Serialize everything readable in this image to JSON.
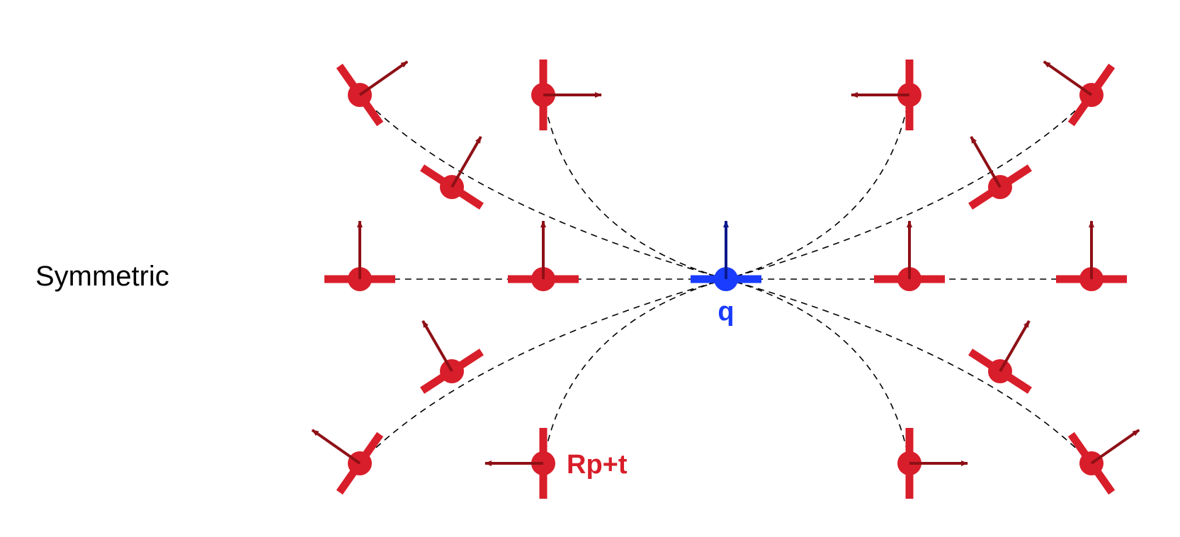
{
  "row_label": "Symmetric",
  "center_label": "q",
  "annotation_label": "Rp+t",
  "colors": {
    "atom": "#d81e2a",
    "arrow": "#8e1016",
    "center_atom": "#1a3cff",
    "center_arrow": "#0a1a8c",
    "curve": "#000000",
    "label_red": "#d81e2a",
    "label_blue": "#1a3cff"
  }
}
